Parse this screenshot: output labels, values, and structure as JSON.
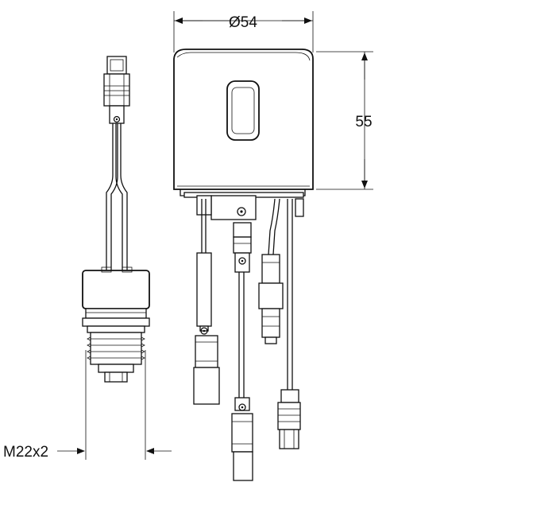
{
  "dimensions": {
    "diameter_label": "Ø54",
    "height_label": "55",
    "thread_label": "M22x2"
  },
  "icons": {
    "main_device": "electronic-sensor-module-icon",
    "valve": "threaded-valve-icon",
    "plug": "cable-plug-icon"
  }
}
